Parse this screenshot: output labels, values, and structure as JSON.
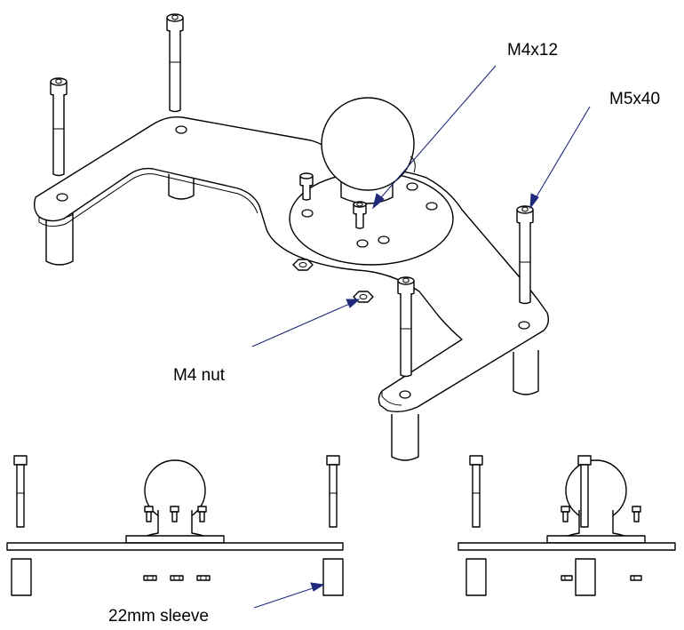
{
  "labels": {
    "m4x12": "M4x12",
    "m5x40": "M5x40",
    "m4_nut": "M4 nut",
    "sleeve": "22mm sleeve"
  },
  "colors": {
    "leader": "#1f2a7a",
    "line": "#000000",
    "background": "#ffffff"
  }
}
